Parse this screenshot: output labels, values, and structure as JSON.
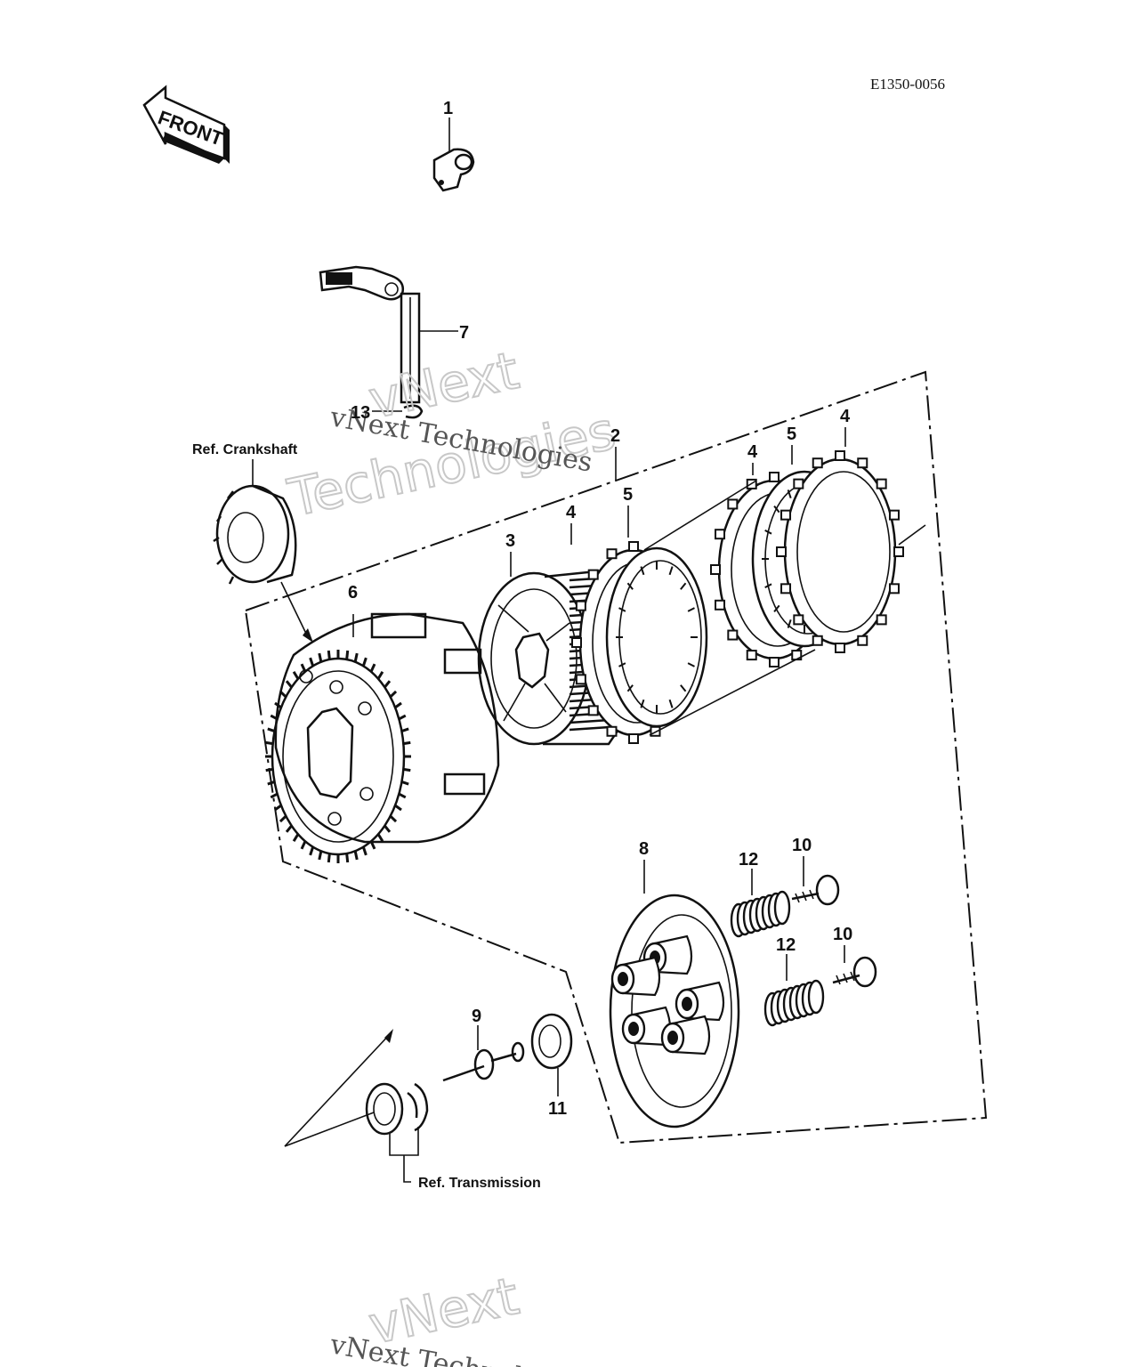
{
  "drawing_code": "E1350-0056",
  "front_label": "FRONT",
  "watermark": {
    "line1": "vNext",
    "line2": "Technologies",
    "serif": "vNext Technologies"
  },
  "references": {
    "crankshaft": "Ref. Crankshaft",
    "transmission": "Ref. Transmission"
  },
  "callouts": {
    "p1": "1",
    "p2": "2",
    "p3": "3",
    "p4a": "4",
    "p4b": "4",
    "p4c": "4",
    "p5a": "5",
    "p5b": "5",
    "p6": "6",
    "p7": "7",
    "p8": "8",
    "p9": "9",
    "p10a": "10",
    "p10b": "10",
    "p11": "11",
    "p12a": "12",
    "p12b": "12",
    "p13": "13"
  },
  "colors": {
    "ink": "#111111",
    "watermark": "#c8c8c8"
  }
}
